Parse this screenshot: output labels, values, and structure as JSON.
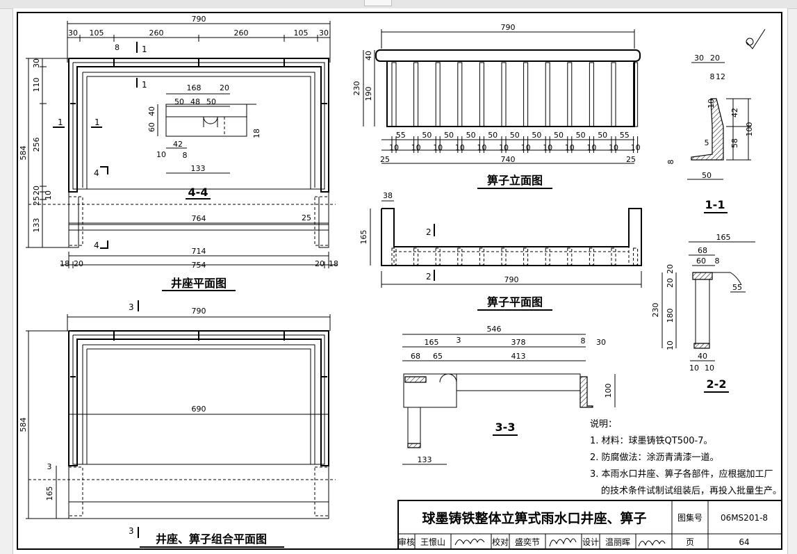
{
  "drawings": {
    "well_plan": {
      "title": "井座平面图",
      "section_44_title": "4-4",
      "dims": {
        "top_total": "790",
        "top_a": "30",
        "top_b": "105",
        "top_c": "260",
        "top_d": "260",
        "top_e": "105",
        "top_f": "30",
        "left_30": "30",
        "left_110": "110",
        "left_256": "256",
        "left_20": "20",
        "left_25": "25",
        "left_10": "10",
        "left_133": "133",
        "left_584": "584",
        "mark_8": "8",
        "inner_764": "764",
        "inner_25": "25",
        "inner_714": "714",
        "bot_18a": "18",
        "bot_20a": "20",
        "bot_754": "754",
        "bot_20b": "20",
        "bot_18b": "18",
        "d44_168": "168",
        "d44_20": "20",
        "d44_50a": "50",
        "d44_48": "48",
        "d44_50b": "50",
        "d44_40": "40",
        "d44_60": "60",
        "d44_42": "42",
        "d44_8": "8",
        "d44_10": "10",
        "d44_133": "133",
        "d44_18": "18"
      },
      "marks": {
        "s1a": "1",
        "s1b": "1",
        "s1c": "1",
        "s1d": "1",
        "s4a": "4",
        "s4b": "4"
      }
    },
    "grate_elevation": {
      "title": "箅子立面图",
      "dims": {
        "total": "790",
        "h230": "230",
        "h40": "40",
        "h190": "190",
        "b740": "740",
        "b25a": "25",
        "b25b": "25",
        "bays": [
          "55",
          "50",
          "50",
          "50",
          "50",
          "50",
          "50",
          "50",
          "50",
          "50",
          "55"
        ],
        "bars": [
          "10",
          "10",
          "10",
          "10",
          "10",
          "10",
          "10",
          "10",
          "10",
          "10",
          "10",
          "10"
        ]
      }
    },
    "grate_plan": {
      "title": "箅子平面图",
      "dims": {
        "w38": "38",
        "h165": "165",
        "total": "790"
      },
      "marks": {
        "s2a": "2",
        "s2b": "2"
      }
    },
    "section_11": {
      "title": "1-1",
      "dims": {
        "d30": "30",
        "d20": "20",
        "d8": "8",
        "d12": "12",
        "d10": "10",
        "d42": "42",
        "d58": "58",
        "d100": "100",
        "d5": "5",
        "d8b": "8",
        "d50": "50"
      }
    },
    "section_22": {
      "title": "2-2",
      "dims": {
        "d165": "165",
        "d68": "68",
        "d60": "60",
        "d8": "8",
        "d20a": "20",
        "d20b": "20",
        "d55": "55",
        "d230": "230",
        "d180": "180",
        "d10": "10",
        "d40": "40",
        "d10a": "10",
        "d10b": "10"
      }
    },
    "section_33": {
      "title": "3-3",
      "dims": {
        "total": "546",
        "d165": "165",
        "d3": "3",
        "d378": "378",
        "d8": "8",
        "d30": "30",
        "d68": "68",
        "d65": "65",
        "d413": "413",
        "d100": "100",
        "d133": "133"
      }
    },
    "combo_plan": {
      "title": "井座、箅子组合平面图",
      "dims": {
        "total": "790",
        "inner": "690",
        "h584": "584",
        "h3": "3",
        "h165": "165"
      },
      "marks": {
        "s3a": "3",
        "s3b": "3"
      }
    }
  },
  "notes": {
    "heading": "说明：",
    "items": [
      "1. 材料：球墨铸铁QT500-7。",
      "2. 防腐做法：涂沥青清漆一道。",
      "3. 本雨水口井座、箅子各部件，应根据加工厂",
      "的技术条件试制试组装后，再投入批量生产。"
    ]
  },
  "title_block": {
    "main_title": "球墨铸铁整体立箅式雨水口井座、箅子",
    "atlas_label": "图集号",
    "atlas_no": "06MS201-8",
    "review_label": "审核",
    "review_name": "王憬山",
    "check_label": "校对",
    "check_name": "盛奕节",
    "design_label": "设计",
    "design_name": "温丽晖",
    "page_label": "页",
    "page_no": "64"
  }
}
